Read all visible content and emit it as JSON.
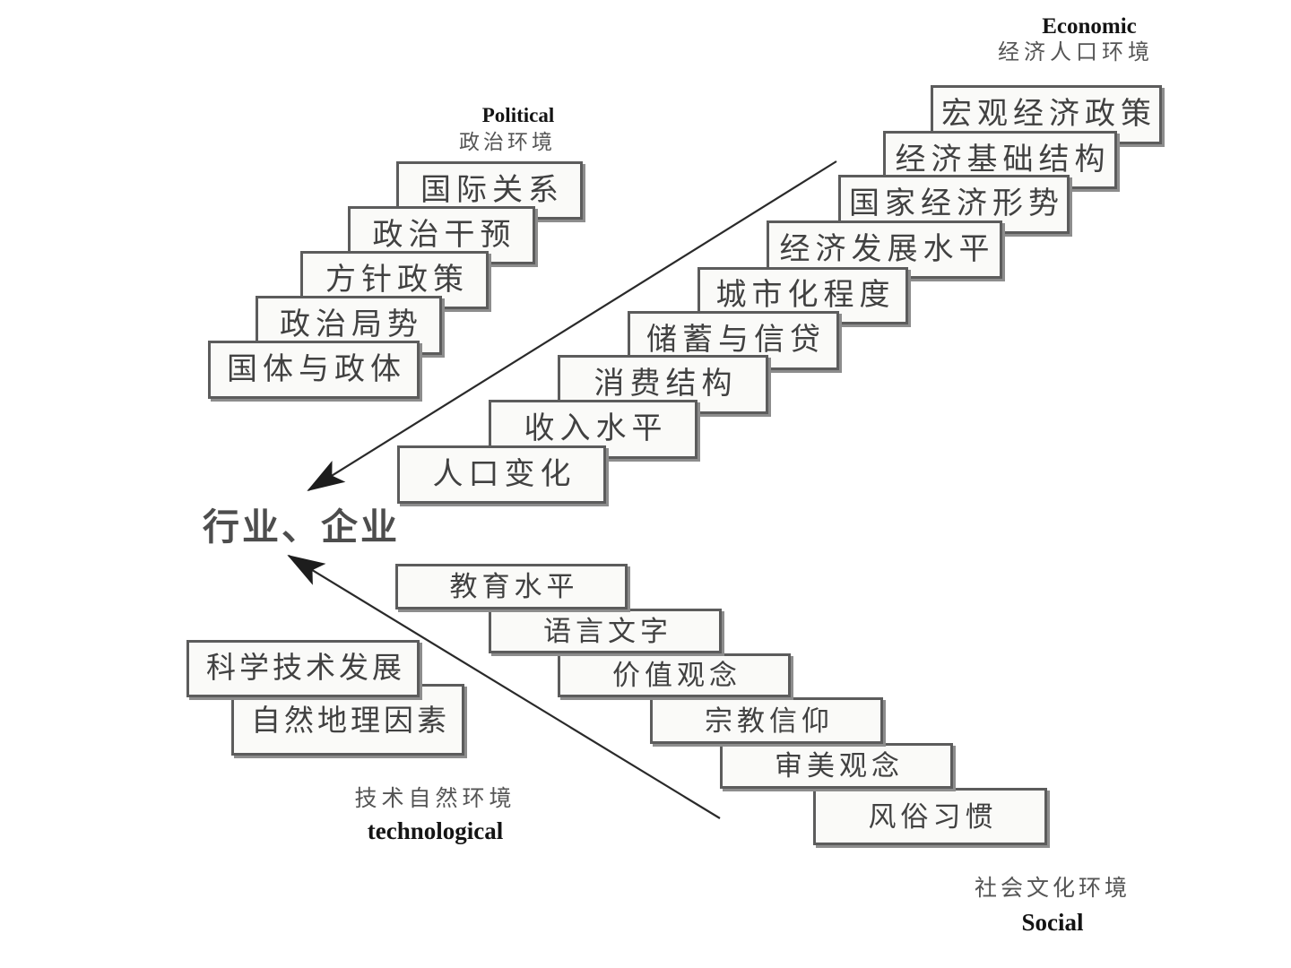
{
  "center": {
    "label": "行业、企业"
  },
  "political": {
    "title_en": "Political",
    "title_zh": "政治环境",
    "items": [
      "国际关系",
      "政治干预",
      "方针政策",
      "政治局势",
      "国体与政体"
    ]
  },
  "economic": {
    "title_en": "Economic",
    "title_zh": "经济人口环境",
    "items": [
      "宏观经济政策",
      "经济基础结构",
      "国家经济形势",
      "经济发展水平",
      "城市化程度",
      "储蓄与信贷",
      "消费结构",
      "收入水平",
      "人口变化"
    ]
  },
  "social": {
    "title_en": "Social",
    "title_zh": "社会文化环境",
    "items": [
      "教育水平",
      "语言文字",
      "价值观念",
      "宗教信仰",
      "审美观念",
      "风俗习惯"
    ]
  },
  "technological": {
    "title_en": "technological",
    "title_zh": "技术自然环境",
    "items": [
      "科学技术发展",
      "自然地理因素"
    ]
  },
  "colors": {
    "box_border": "#5c5c5c",
    "box_fill": "#fafaf8",
    "box_text": "#414141",
    "arrow": "#2a2a2a",
    "heading_en": "#141414",
    "heading_zh": "#555555"
  }
}
